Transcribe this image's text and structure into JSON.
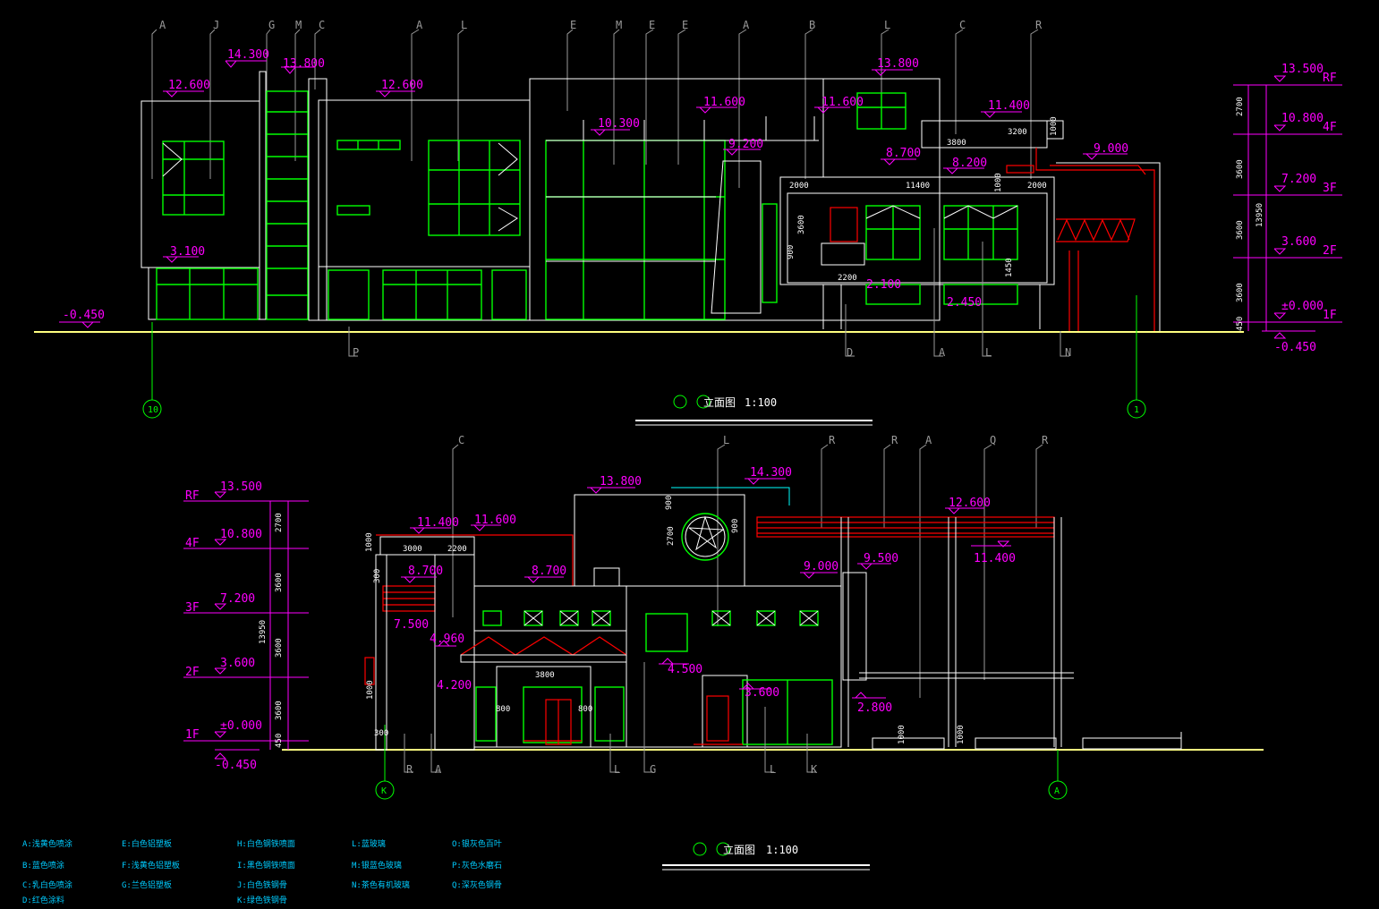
{
  "elevation1": {
    "title": "立面图",
    "scale": "1:100",
    "axis_start": "10",
    "axis_end": "1",
    "top_labels": [
      "A",
      "J",
      "G",
      "M",
      "C",
      "A",
      "L",
      "E",
      "M",
      "E",
      "E",
      "A",
      "B",
      "L",
      "C",
      "R"
    ],
    "bottom_labels": [
      "P",
      "D",
      "A",
      "L",
      "N"
    ],
    "elevations": [
      "14.300",
      "13.800",
      "12.600",
      "12.600",
      "10.300",
      "11.600",
      "11.600",
      "9.200",
      "13.800",
      "11.400",
      "8.700",
      "8.200",
      "9.000",
      "3.100",
      "2.100",
      "2.450",
      "-0.450"
    ],
    "dims": [
      "3800",
      "3200",
      "1000",
      "2000",
      "11400",
      "2000",
      "1000",
      "3600",
      "900",
      "2200",
      "1450"
    ],
    "levels": [
      {
        "name": "RF",
        "value": "13.500"
      },
      {
        "name": "4F",
        "value": "10.800"
      },
      {
        "name": "3F",
        "value": "7.200"
      },
      {
        "name": "2F",
        "value": "3.600"
      },
      {
        "name": "1F",
        "value": "±0.000"
      },
      {
        "name": "",
        "value": "-0.450"
      }
    ],
    "level_dims": [
      "2700",
      "3600",
      "3600",
      "3600",
      "450",
      "13950"
    ]
  },
  "elevation2": {
    "title": "立面图",
    "scale": "1:100",
    "axis_start": "K",
    "axis_end": "A",
    "top_labels": [
      "C",
      "L",
      "R",
      "R",
      "A",
      "Q",
      "R"
    ],
    "bottom_labels": [
      "R",
      "A",
      "L",
      "G",
      "L",
      "K"
    ],
    "elevations": [
      "13.800",
      "14.300",
      "11.400",
      "11.600",
      "8.700",
      "8.700",
      "12.600",
      "11.400",
      "9.000",
      "9.500",
      "7.500",
      "4.960",
      "4.200",
      "4.500",
      "3.600",
      "2.800"
    ],
    "dims": [
      "3000",
      "2200",
      "1000",
      "300",
      "900",
      "2700",
      "900",
      "3800",
      "800",
      "800",
      "1000",
      "300",
      "1000",
      "1000"
    ],
    "levels": [
      {
        "name": "RF",
        "value": "13.500"
      },
      {
        "name": "4F",
        "value": "10.800"
      },
      {
        "name": "3F",
        "value": "7.200"
      },
      {
        "name": "2F",
        "value": "3.600"
      },
      {
        "name": "1F",
        "value": "±0.000"
      },
      {
        "name": "",
        "value": "-0.450"
      }
    ],
    "level_dims": [
      "2700",
      "3600",
      "3600",
      "3600",
      "450",
      "13950"
    ]
  },
  "legend": [
    "A:浅黄色喷涂",
    "E:白色铝塑板",
    "H:白色钢铁喷面",
    "L:蓝玻璃",
    "O:银灰色百叶",
    "B:蓝色喷涂",
    "F:浅黄色铝塑板",
    "I:黑色钢铁喷面",
    "M:银蓝色玻璃",
    "P:灰色水磨石",
    "C:乳白色喷涂",
    "G:兰色铝塑板",
    "J:白色铁钢骨",
    "N:茶色有机玻璃",
    "Q:深灰色钢骨",
    "D:红色涂料",
    "K:绿色铁钢骨"
  ],
  "colors": {
    "line": "#ffffff",
    "glass": "#00ff00",
    "accent": "#ff0000",
    "dimension": "#ff00ff",
    "ground": "#ffff80"
  }
}
